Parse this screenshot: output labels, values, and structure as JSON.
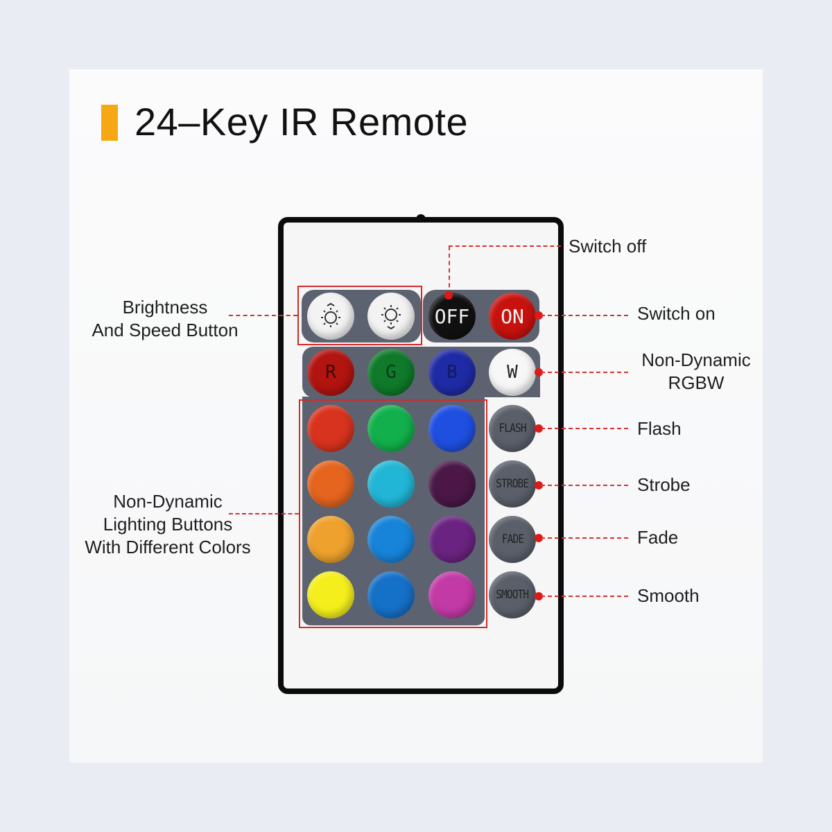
{
  "title": "24–Key IR Remote",
  "colors": {
    "accent": "#f6a714",
    "callout": "#d43030"
  },
  "buttons": {
    "brightness_up_icon": "brightness-up-icon",
    "brightness_down_icon": "brightness-down-icon",
    "off": "OFF",
    "on": "ON",
    "r": "R",
    "g": "G",
    "b": "B",
    "w": "W",
    "flash": "FLASH",
    "strobe": "STROBE",
    "fade": "FADE",
    "smooth": "SMOOTH"
  },
  "color_grid": [
    [
      "#d8331e",
      "#12b04c",
      "#1f4fe0"
    ],
    [
      "#e5641e",
      "#22b6d6",
      "#4a1747"
    ],
    [
      "#eea12c",
      "#1884d9",
      "#6a2380"
    ],
    [
      "#f4ef1c",
      "#1570c7",
      "#c23aa6"
    ]
  ],
  "callouts": {
    "switch_off": "Switch off",
    "switch_on": "Switch on",
    "rgbw": [
      "Non-Dynamic",
      "RGBW"
    ],
    "flash": "Flash",
    "strobe": "Strobe",
    "fade": "Fade",
    "smooth": "Smooth",
    "brightness": [
      "Brightness",
      "And Speed Button"
    ],
    "lighting": [
      "Non-Dynamic",
      "Lighting Buttons",
      "With Different Colors"
    ]
  }
}
